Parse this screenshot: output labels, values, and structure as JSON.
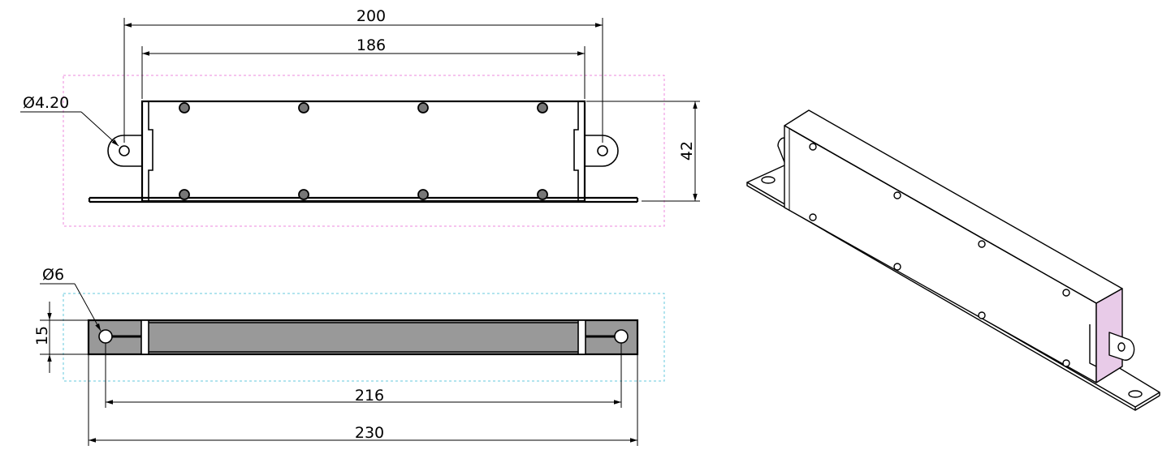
{
  "front_view": {
    "dim_overall_holes": "200",
    "dim_inner_width": "186",
    "dim_height": "42",
    "dim_hole_diameter": "Ø4.20"
  },
  "bottom_view": {
    "dim_hole_diameter": "Ø6",
    "dim_depth": "15",
    "dim_hole_spacing": "216",
    "dim_overall_length": "230"
  },
  "colors": {
    "pink_bbox": "#ee88dd",
    "cyan_bbox": "#66c8dd",
    "bottom_fill": "#999999",
    "end_plate": "#e8cbe8"
  }
}
